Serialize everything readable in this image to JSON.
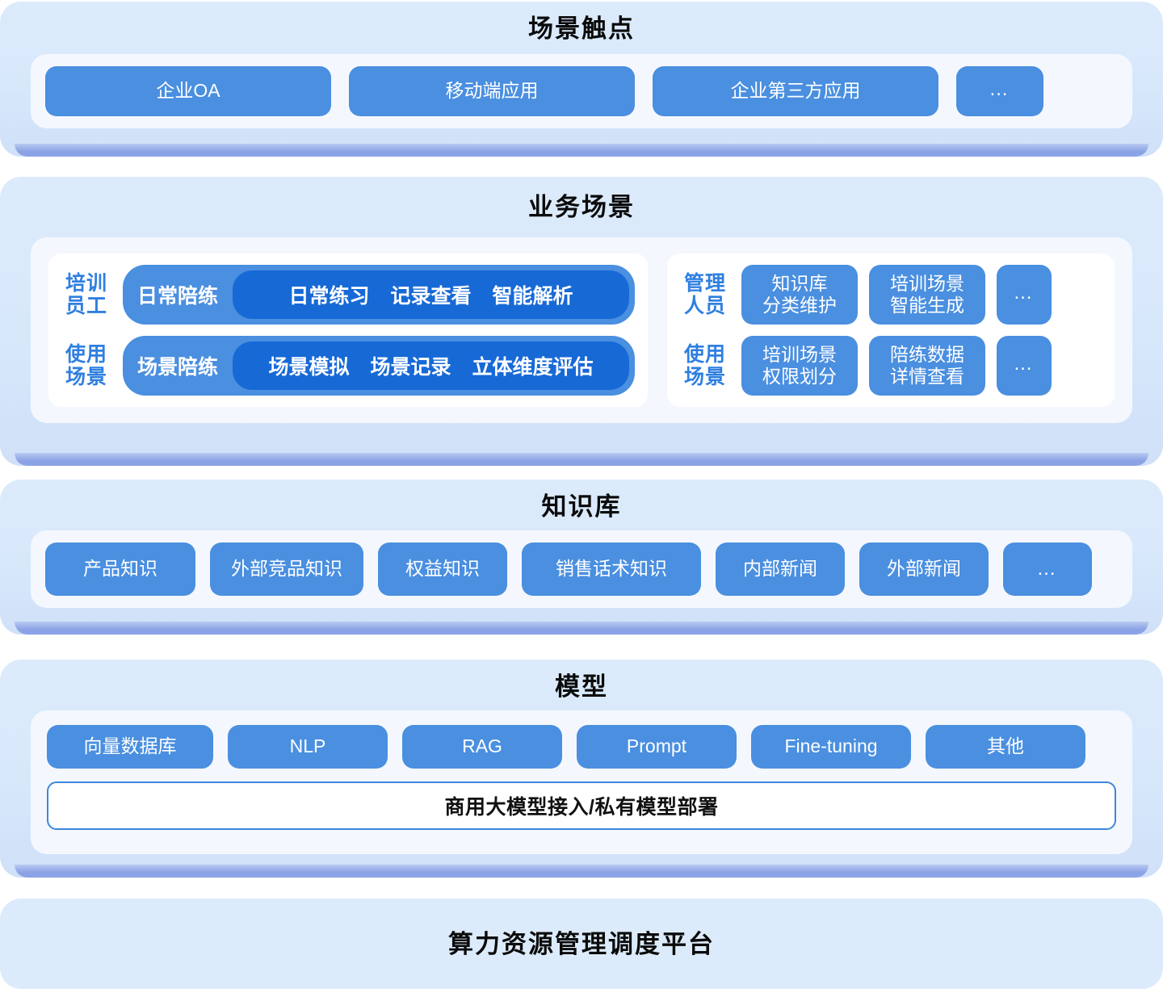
{
  "theme": {
    "page_bg": "#ffffff",
    "panel_bg": "#dcebfb",
    "panel_shelf": "#8ba3e6",
    "inner_card_bg": "#f4f8fe",
    "tile_blue": "#4a8fe0",
    "tile_blue_dark": "#1769d6",
    "label_blue": "#2f7fe0",
    "title_black": "#0b0b0b",
    "model_bar_border": "#3d87dc"
  },
  "layers": [
    {
      "id": "scene-touchpoints",
      "title": "场景触点",
      "tiles": [
        "企业OA",
        "移动端应用",
        "企业第三方应用",
        "…"
      ]
    },
    {
      "id": "business-scenarios",
      "title": "业务场景",
      "left_group": {
        "rows": [
          {
            "label_line1": "培训",
            "label_line2": "员工",
            "lead": "日常陪练",
            "items": [
              "日常练习",
              "记录查看",
              "智能解析"
            ]
          },
          {
            "label_line1": "使用",
            "label_line2": "场景",
            "lead": "场景陪练",
            "items": [
              "场景模拟",
              "场景记录",
              "立体维度评估"
            ]
          }
        ]
      },
      "right_group": {
        "rows": [
          {
            "label_line1": "管理",
            "label_line2": "人员",
            "tiles": [
              {
                "line1": "知识库",
                "line2": "分类维护"
              },
              {
                "line1": "培训场景",
                "line2": "智能生成"
              }
            ],
            "more": "…"
          },
          {
            "label_line1": "使用",
            "label_line2": "场景",
            "tiles": [
              {
                "line1": "培训场景",
                "line2": "权限划分"
              },
              {
                "line1": "陪练数据",
                "line2": "详情查看"
              }
            ],
            "more": "…"
          }
        ]
      }
    },
    {
      "id": "knowledge-base",
      "title": "知识库",
      "tiles": [
        "产品知识",
        "外部竞品知识",
        "权益知识",
        "销售话术知识",
        "内部新闻",
        "外部新闻",
        "…"
      ]
    },
    {
      "id": "model",
      "title": "模型",
      "tiles": [
        "向量数据库",
        "NLP",
        "RAG",
        "Prompt",
        "Fine-tuning",
        "其他"
      ],
      "bar": "商用大模型接入/私有模型部署"
    },
    {
      "id": "compute-platform",
      "title": "算力资源管理调度平台"
    }
  ]
}
